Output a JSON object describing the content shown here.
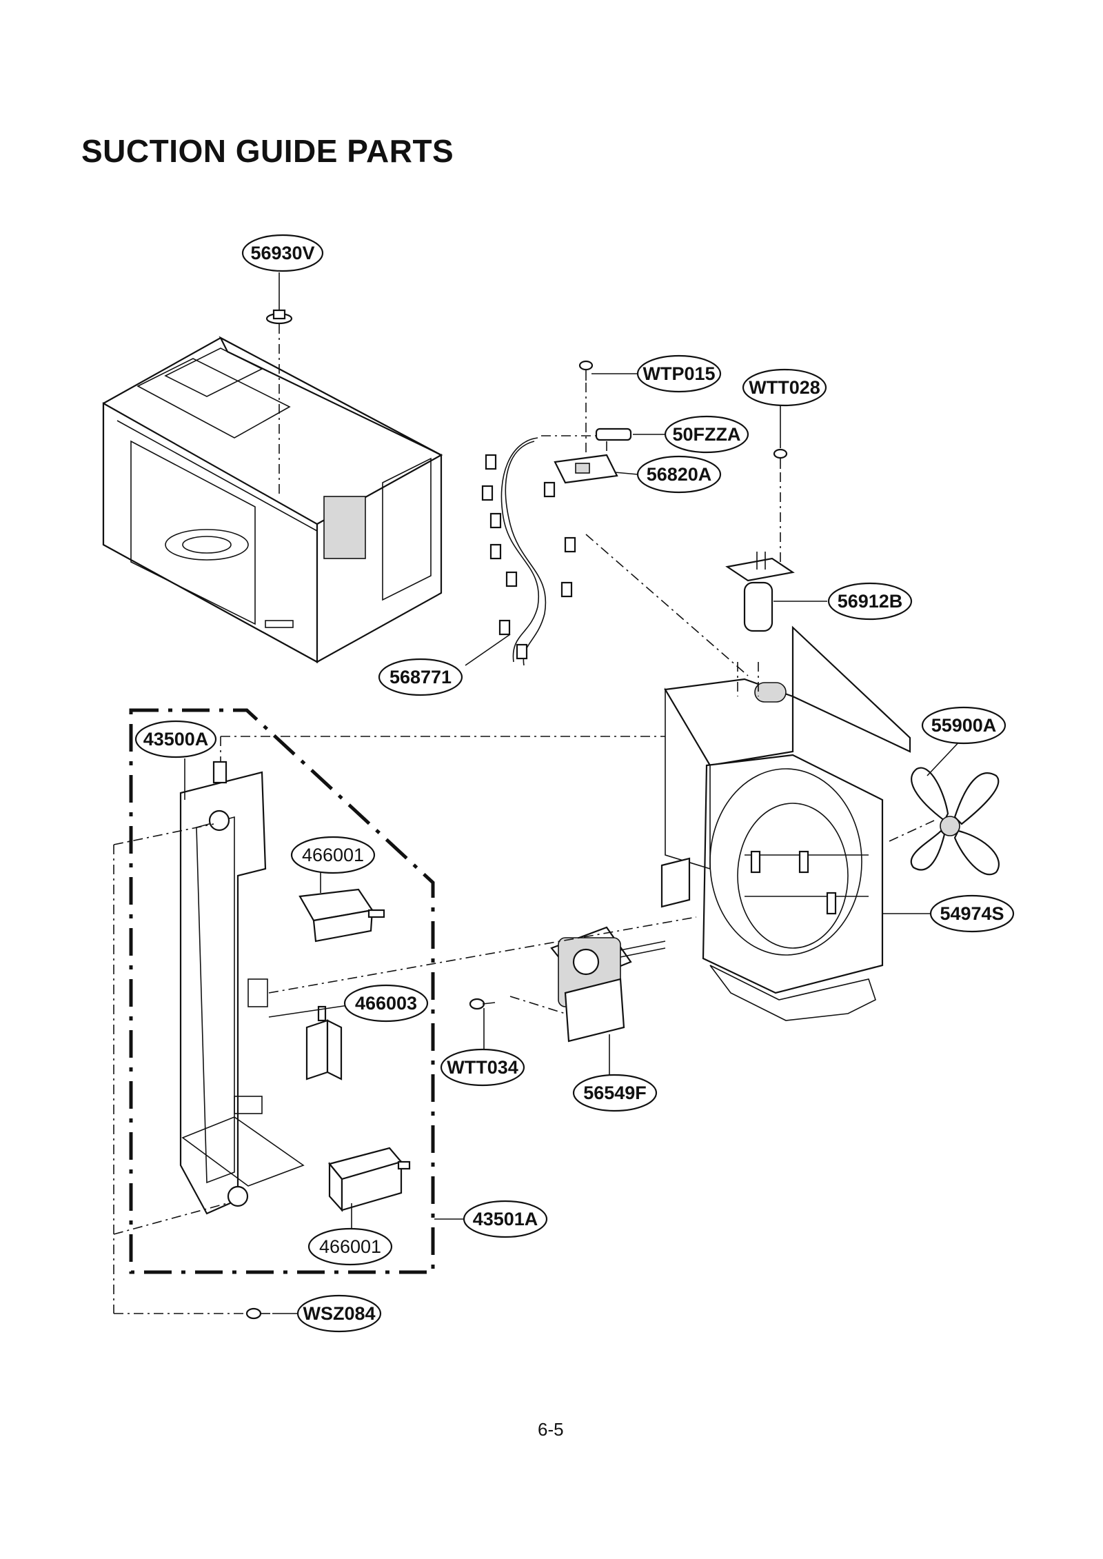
{
  "page": {
    "title": "SUCTION GUIDE PARTS",
    "page_number": "6-5"
  },
  "callouts": [
    {
      "id": "c-56930V",
      "label": "56930V"
    },
    {
      "id": "c-WTP015",
      "label": "WTP015"
    },
    {
      "id": "c-WTT028",
      "label": "WTT028"
    },
    {
      "id": "c-50FZZA",
      "label": "50FZZA"
    },
    {
      "id": "c-56820A",
      "label": "56820A"
    },
    {
      "id": "c-56912B",
      "label": "56912B"
    },
    {
      "id": "c-568771",
      "label": "568771"
    },
    {
      "id": "c-43500A",
      "label": "43500A"
    },
    {
      "id": "c-55900A",
      "label": "55900A"
    },
    {
      "id": "c-466001a",
      "label": "466001"
    },
    {
      "id": "c-54974S",
      "label": "54974S"
    },
    {
      "id": "c-466003",
      "label": "466003"
    },
    {
      "id": "c-WTT034",
      "label": "WTT034"
    },
    {
      "id": "c-56549F",
      "label": "56549F"
    },
    {
      "id": "c-43501A",
      "label": "43501A"
    },
    {
      "id": "c-466001b",
      "label": "466001"
    },
    {
      "id": "c-WSZ084",
      "label": "WSZ084"
    }
  ]
}
